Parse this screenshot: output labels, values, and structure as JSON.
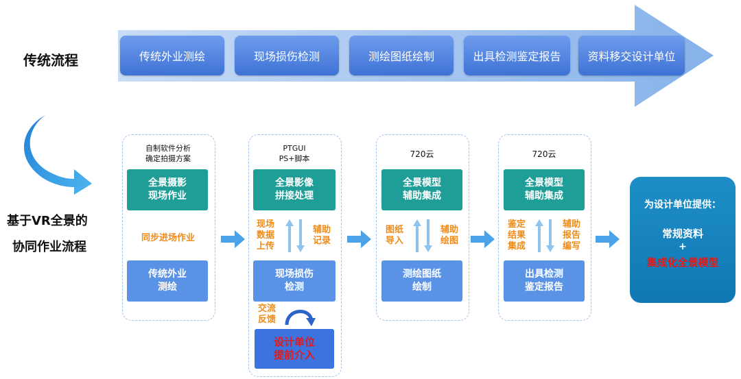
{
  "traditional": {
    "label": "传统流程",
    "steps": [
      "传统外业测绘",
      "现场损伤检测",
      "测绘图纸绘制",
      "出具检测鉴定报告",
      "资料移交设计单位"
    ]
  },
  "vr": {
    "label_line1": "基于VR全景的",
    "label_line2": "协同作业流程"
  },
  "stage1": {
    "note_line1": "自制软件分析",
    "note_line2": "确定拍摄方案",
    "top_line1": "全景摄影",
    "top_line2": "现场作业",
    "middle": "同步进场作业",
    "bottom_line1": "传统外业",
    "bottom_line2": "测绘"
  },
  "stage2": {
    "note_line1": "PTGUI",
    "note_line2": "PS+脚本",
    "top_line1": "全景影像",
    "top_line2": "拼接处理",
    "left_line1": "现场",
    "left_line2": "数据",
    "left_line3": "上传",
    "right_line1": "辅助",
    "right_line2": "记录",
    "bottom_line1": "现场损伤",
    "bottom_line2": "检测",
    "feedback_line1": "交流",
    "feedback_line2": "反馈",
    "extra_line1": "设计单位",
    "extra_line2": "提前介入"
  },
  "stage3": {
    "note": "720云",
    "top_line1": "全景模型",
    "top_line2": "辅助集成",
    "left_line1": "图纸",
    "left_line2": "导入",
    "right_line1": "辅助",
    "right_line2": "绘图",
    "bottom_line1": "测绘图纸",
    "bottom_line2": "绘制"
  },
  "stage4": {
    "note": "720云",
    "top_line1": "全景模型",
    "top_line2": "辅助集成",
    "left_line1": "鉴定",
    "left_line2": "结果",
    "left_line3": "集成",
    "right_line1": "辅助",
    "right_line2": "报告",
    "right_line3": "编写",
    "bottom_line1": "出具检测",
    "bottom_line2": "鉴定报告"
  },
  "final": {
    "title": "为设计单位提供：",
    "item1": "常规资料",
    "plus": "+",
    "item2": "集成化全景模型"
  },
  "colors": {
    "teal": "#1f9e98",
    "blue": "#5a93e6",
    "orange": "#ee8c1a",
    "red": "#e21a1a",
    "final": "#1283bf"
  }
}
